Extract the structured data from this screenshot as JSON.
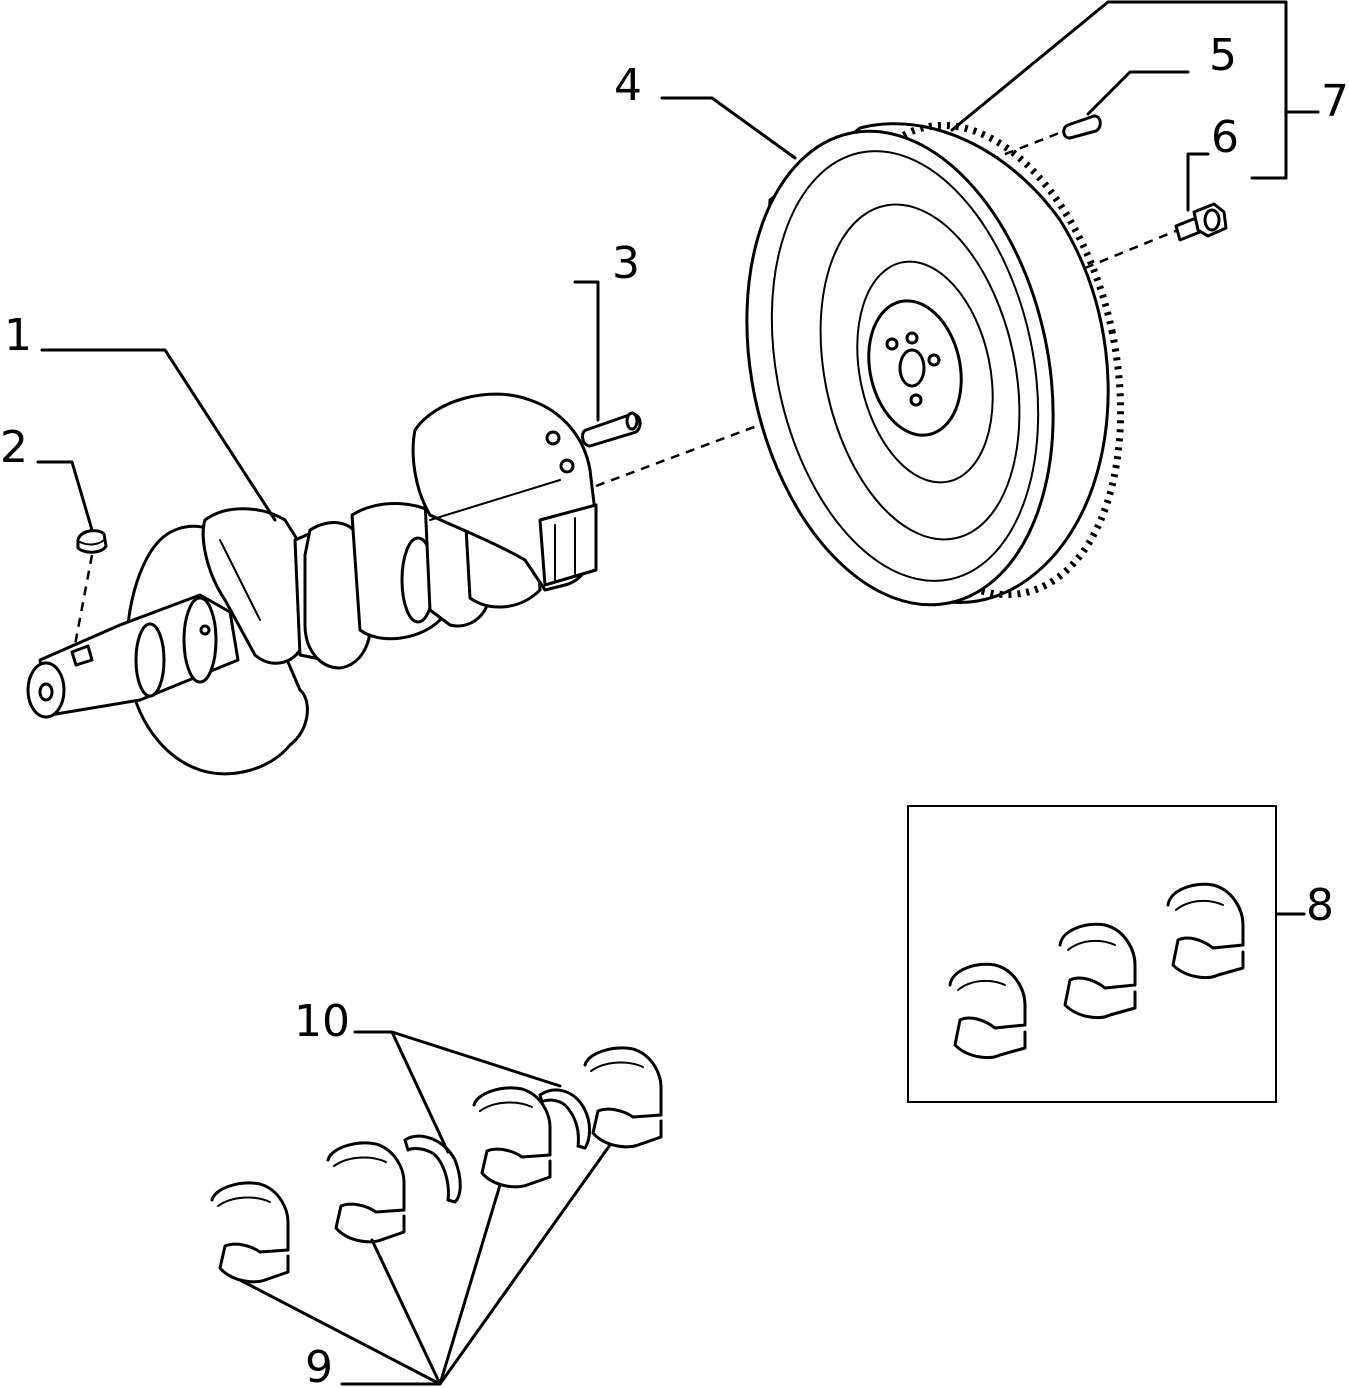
{
  "diagram": {
    "callouts": {
      "crankshaft": "1",
      "key": "2",
      "dowel_pin": "3",
      "flywheel": "4",
      "locating_pin": "5",
      "flywheel_bolt": "6",
      "flywheel_assembly": "7",
      "big_end_bearing_set": "8",
      "main_bearing_shells": "9",
      "thrust_washers": "10"
    }
  }
}
